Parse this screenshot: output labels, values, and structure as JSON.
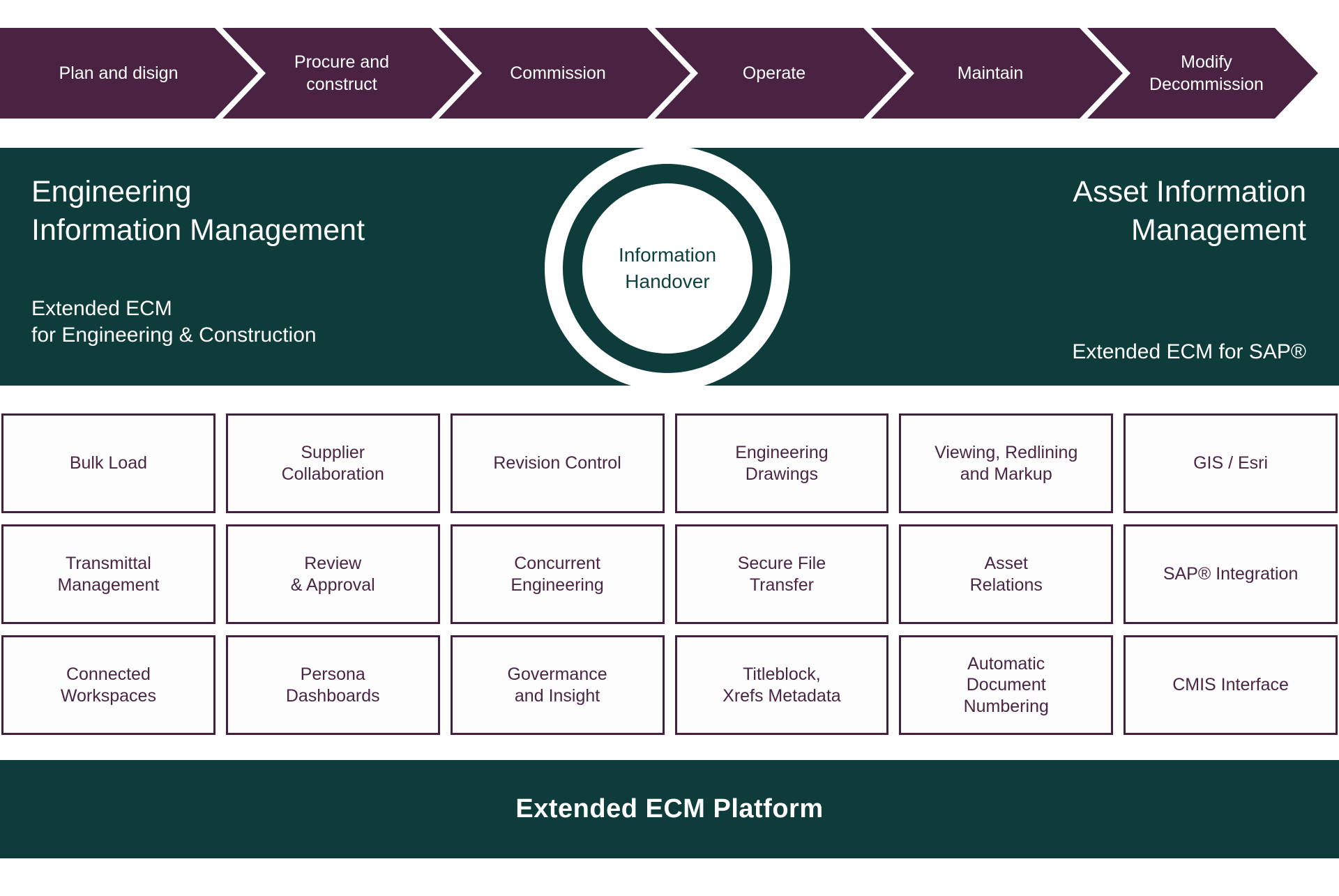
{
  "colors": {
    "plum": "#4a2342",
    "teal": "#0d3c3a",
    "box_border": "#45203e",
    "box_text": "#4a2544",
    "text_on_dark": "#ffffff"
  },
  "lifecycle_bar": {
    "stages": [
      "Plan and disign",
      "Procure and\nconstruct",
      "Commission",
      "Operate",
      "Maintain",
      "Modify\nDecommission"
    ]
  },
  "eim": {
    "title": "Engineering\nInformation Management",
    "subtitle": "Extended ECM\nfor Engineering & Construction"
  },
  "aim": {
    "title": "Asset Information\nManagement",
    "subtitle": "Extended ECM for SAP®"
  },
  "handover": {
    "label": "Information\nHandover"
  },
  "capabilities": {
    "rows": [
      {
        "cells": [
          "Bulk Load",
          "Supplier\nCollaboration",
          "Revision Control",
          "Engineering\nDrawings",
          "Viewing, Redlining\nand Markup",
          "GIS / Esri"
        ]
      },
      {
        "cells": [
          "Transmittal\nManagement",
          "Review\n& Approval",
          "Concurrent\nEngineering",
          "Secure File\nTransfer",
          "Asset\nRelations",
          "SAP® Integration"
        ]
      },
      {
        "cells": [
          "Connected\nWorkspaces",
          "Persona\nDashboards",
          "Govermance\nand Insight",
          "Titleblock,\nXrefs Metadata",
          "Automatic\nDocument\nNumbering",
          "CMIS Interface"
        ]
      }
    ]
  },
  "platform": {
    "label": "Extended ECM Platform"
  }
}
